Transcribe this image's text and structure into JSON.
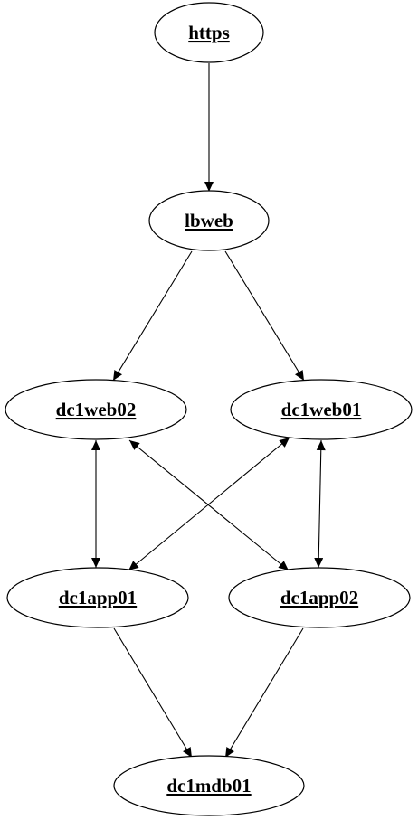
{
  "nodes": {
    "https": {
      "label": "https"
    },
    "lbweb": {
      "label": "lbweb"
    },
    "dc1web02": {
      "label": "dc1web02"
    },
    "dc1web01": {
      "label": "dc1web01"
    },
    "dc1app01": {
      "label": "dc1app01"
    },
    "dc1app02": {
      "label": "dc1app02"
    },
    "dc1mdb01": {
      "label": "dc1mdb01"
    }
  },
  "edges": [
    {
      "from": "https",
      "to": "lbweb",
      "direction": "forward"
    },
    {
      "from": "lbweb",
      "to": "dc1web02",
      "direction": "forward"
    },
    {
      "from": "lbweb",
      "to": "dc1web01",
      "direction": "forward"
    },
    {
      "from": "dc1web02",
      "to": "dc1app01",
      "direction": "both"
    },
    {
      "from": "dc1web02",
      "to": "dc1app02",
      "direction": "both"
    },
    {
      "from": "dc1web01",
      "to": "dc1app01",
      "direction": "both"
    },
    {
      "from": "dc1web01",
      "to": "dc1app02",
      "direction": "both"
    },
    {
      "from": "dc1app01",
      "to": "dc1mdb01",
      "direction": "forward"
    },
    {
      "from": "dc1app02",
      "to": "dc1mdb01",
      "direction": "forward"
    }
  ],
  "colors": {
    "stroke": "#000000",
    "fill": "#ffffff",
    "text": "#000000"
  }
}
